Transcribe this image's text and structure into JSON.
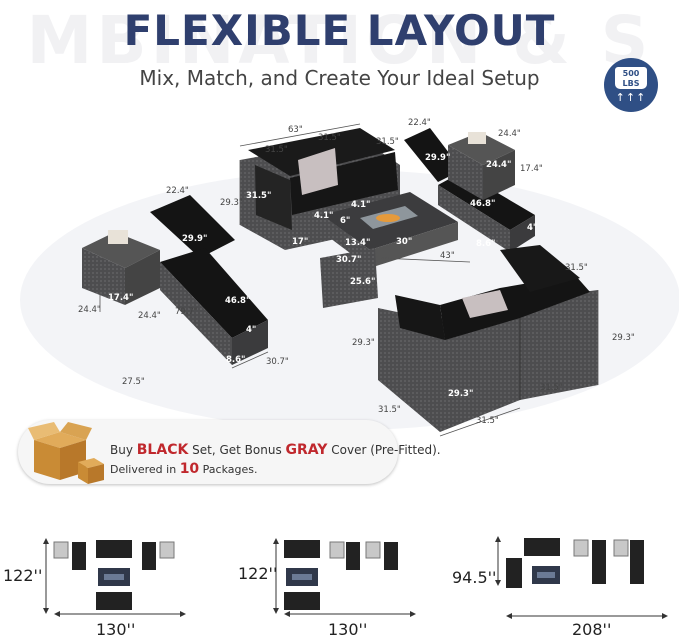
{
  "header": {
    "background_text": "MBINATION & S",
    "title": "FLEXIBLE LAYOUT",
    "subtitle": "Mix, Match, and Create Your Ideal Setup"
  },
  "badge": {
    "weight": "500",
    "unit": "LBS",
    "arrows": "↑↑↑",
    "icon": "weight-capacity-icon"
  },
  "dimensions": {
    "loveseat_width": "63\"",
    "loveseat_half_left": "31.5\"",
    "loveseat_half_right": "31.5\"",
    "loveseat_side": "31.5\"",
    "loveseat_depth": "31.5\"",
    "loveseat_height": "29.3\"",
    "loveseat_seat": "17\"",
    "loveseat_cushion": "4.1\"",
    "table_cushion": "4.1\"",
    "table_gap": "6\"",
    "table_side": "13.4\"",
    "table_width": "30\"",
    "table_length": "43\"",
    "table_depth": "30.7\"",
    "ottoman_height": "25.6\"",
    "left_end_table_w": "22.4\"",
    "left_lounger_back": "29.9\"",
    "left_lounger_length": "46.8\"",
    "left_lounger_total": "79.7\"",
    "left_lounger_cushion": "4\"",
    "left_lounger_height": "8.6\"",
    "left_lounger_width": "30.7\"",
    "left_side_table_h": "17.4\"",
    "left_side_table_d": "24.4\"",
    "left_side_table_w": "24.4\"",
    "left_floor": "27.5\"",
    "right_lounger_w": "22.4\"",
    "right_lounger_back": "29.9\"",
    "right_lounger_length": "46.8\"",
    "right_lounger_cushion": "4\"",
    "right_lounger_height": "8.6\"",
    "right_side_table_w": "24.4\"",
    "right_side_table_d": "24.4\"",
    "right_side_table_h": "17.4\"",
    "corner_top_right": "31.5\"",
    "corner_right_height": "29.3\"",
    "corner_left_height": "29.3\"",
    "corner_inner_height": "29.3\"",
    "corner_front": "31.5\"",
    "corner_left_depth": "31.5\"",
    "corner_bottom": "31.5\""
  },
  "promo": {
    "line1_pre": "Buy ",
    "color_black": "BLACK",
    "line1_mid": " Set, Get Bonus ",
    "color_gray": "GRAY",
    "line1_post": " Cover (Pre-Fitted).",
    "line2_pre": "Delivered in ",
    "packages": "10",
    "line2_post": " Packages."
  },
  "layouts": [
    {
      "height": "122''",
      "width": "130''"
    },
    {
      "height": "122''",
      "width": "130''"
    },
    {
      "height": "94.5''",
      "width": "208''"
    }
  ],
  "colors": {
    "title": "#2f3f6e",
    "badge": "#2f4f85",
    "accent_red": "#c0282d",
    "wicker": "#4a4a4c",
    "cushion": "#141414"
  }
}
